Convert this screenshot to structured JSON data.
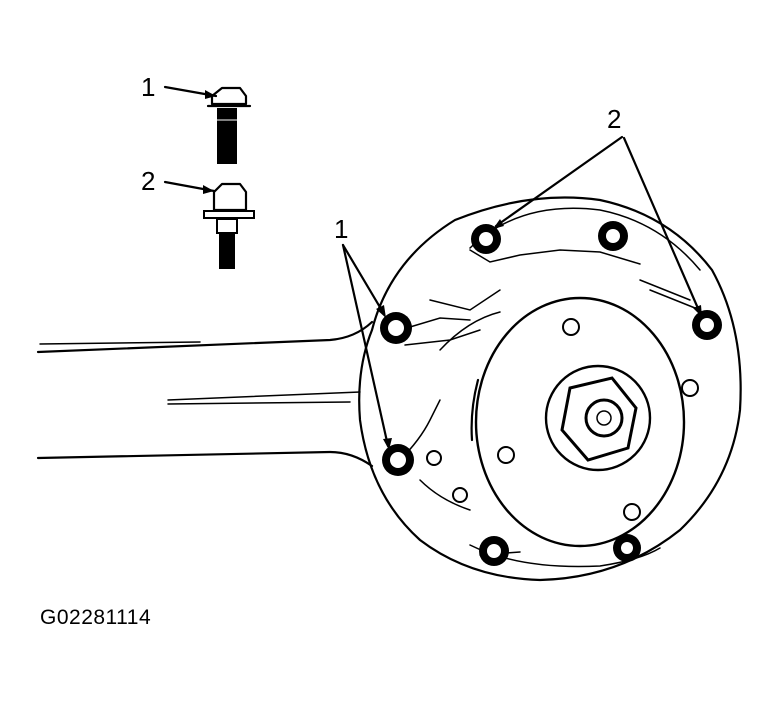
{
  "callouts": {
    "bolt_1": "1",
    "bolt_2": "2",
    "knuckle_1": "1",
    "knuckle_2": "2"
  },
  "figure_id": "G02281114",
  "colors": {
    "ink": "#000000",
    "paper": "#ffffff"
  }
}
